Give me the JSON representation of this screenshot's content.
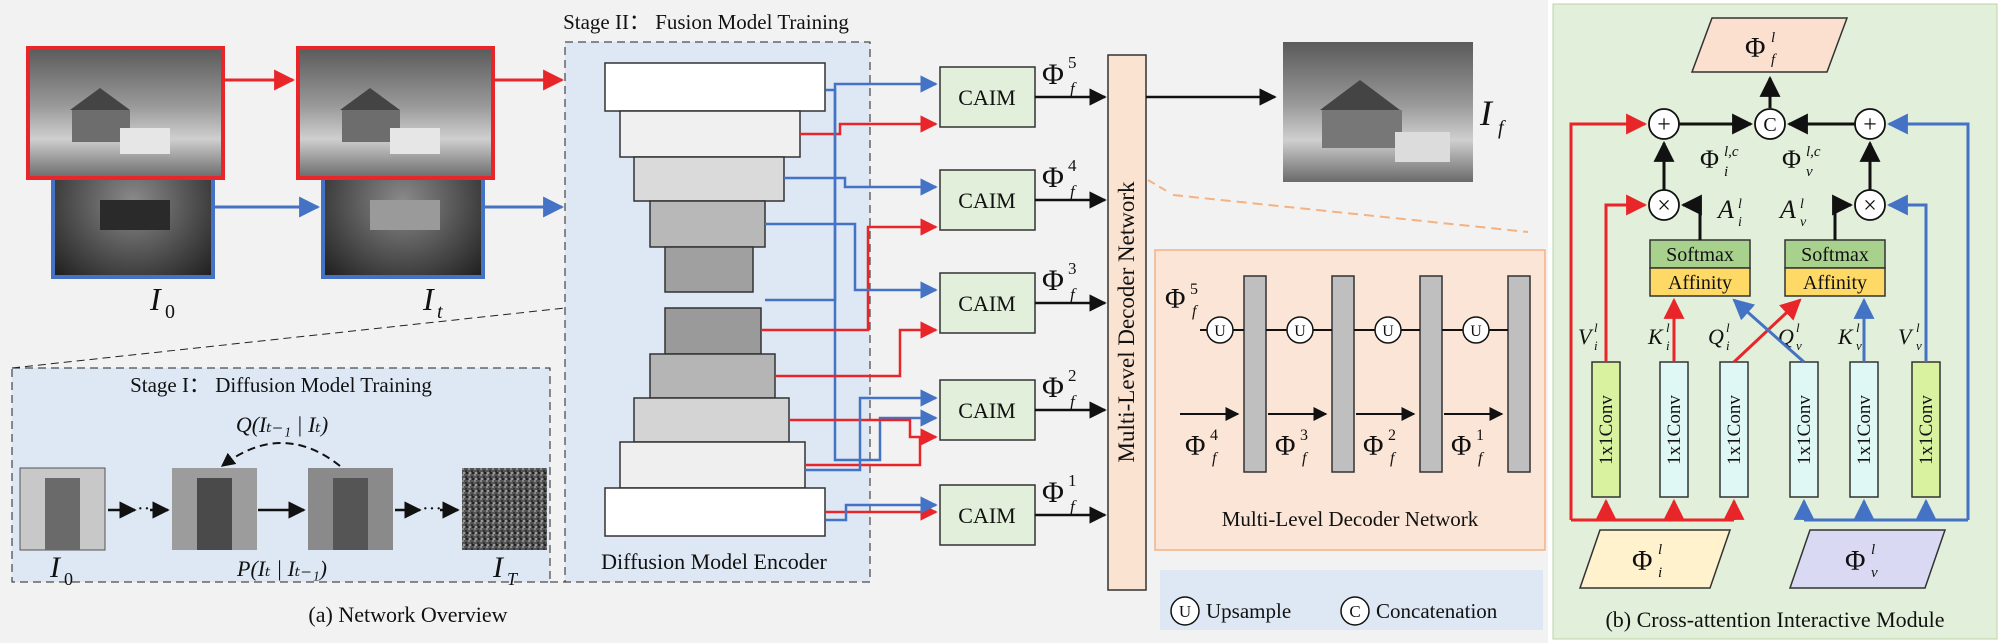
{
  "stage2_title": "Stage II：  Fusion Model Training",
  "stage1_title": "Stage I：  Diffusion Model Training",
  "encoder_label": "Diffusion Model Encoder",
  "decoder_vertical_label": "Multi-Level Decoder Network",
  "decoder_detail_caption": "Multi-Level Decoder Network",
  "caption_a": "(a) Network Overview",
  "caption_b": "(b) Cross-attention Interactive Module",
  "caim_label": "CAIM",
  "labels": {
    "I0": "I",
    "I0_sub": "0",
    "It": "I",
    "It_sub": "t",
    "If": "I",
    "If_sub": "f",
    "IT": "I",
    "IT_sub": "T",
    "q_formula": "Q(Iₜ₋₁ | Iₜ)",
    "p_formula": "P(Iₜ | Iₜ₋₁)"
  },
  "phi": "Φ",
  "levels": [
    "5",
    "4",
    "3",
    "2",
    "1"
  ],
  "legend": {
    "upsample_symbol": "U",
    "upsample_label": "Upsample",
    "concat_symbol": "C",
    "concat_label": "Concatenation"
  },
  "caim_module": {
    "conv_label": "1x1Conv",
    "softmax": "Softmax",
    "affinity": "Affinity",
    "plus": "+",
    "times": "×",
    "concat": "C",
    "V_i": "V",
    "K_i": "K",
    "Q_i": "Q",
    "Q_v": "Q",
    "K_v": "K",
    "V_v": "V",
    "A_i": "A",
    "A_v": "A"
  },
  "colors": {
    "red": "#e8262a",
    "blue": "#4472c4",
    "panel_blue": "#dde8f4",
    "panel_green": "#e2efda",
    "decoder_orange": "#fbe3d2",
    "caim_green": "#e2efda",
    "softmax_green": "#a9d18e",
    "affinity_yellow": "#ffd966",
    "conv_lime": "#d9f2a0",
    "conv_cyan": "#dff7f5",
    "phi_i_yellow": "#fff2cc",
    "phi_v_lavender": "#d9d9f3",
    "phi_f_peach": "#fbe0cf"
  }
}
